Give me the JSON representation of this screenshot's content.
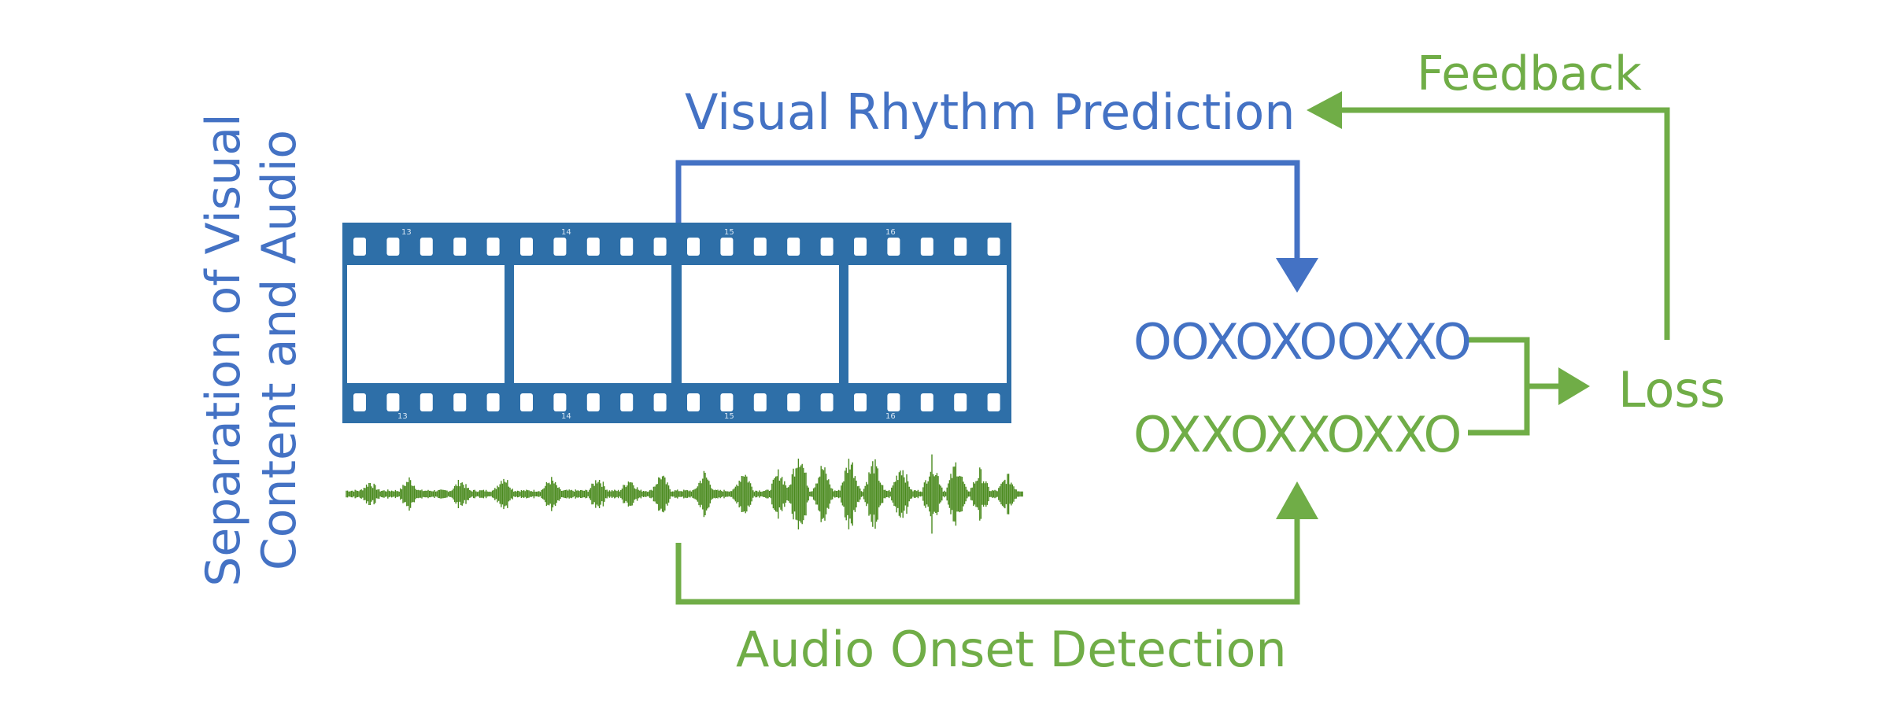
{
  "labels": {
    "side_title_line1": "Separation of Visual",
    "side_title_line2": "Content and Audio",
    "visual_rhythm": "Visual Rhythm Prediction",
    "audio_onset": "Audio Onset Detection",
    "feedback": "Feedback",
    "loss": "Loss",
    "predicted_sequence": "OOXOXOOXXO",
    "detected_sequence": "OXXOXXOXXO"
  },
  "film_strip": {
    "frame_numbers": [
      "13",
      "14",
      "15",
      "16"
    ]
  },
  "colors": {
    "blue": "#4472c4",
    "green": "#70ad47",
    "film": "#2e6fa8",
    "waveform": "#4a8a1e"
  },
  "icons": {
    "film": "film-strip-icon",
    "waveform": "audio-waveform-icon"
  }
}
